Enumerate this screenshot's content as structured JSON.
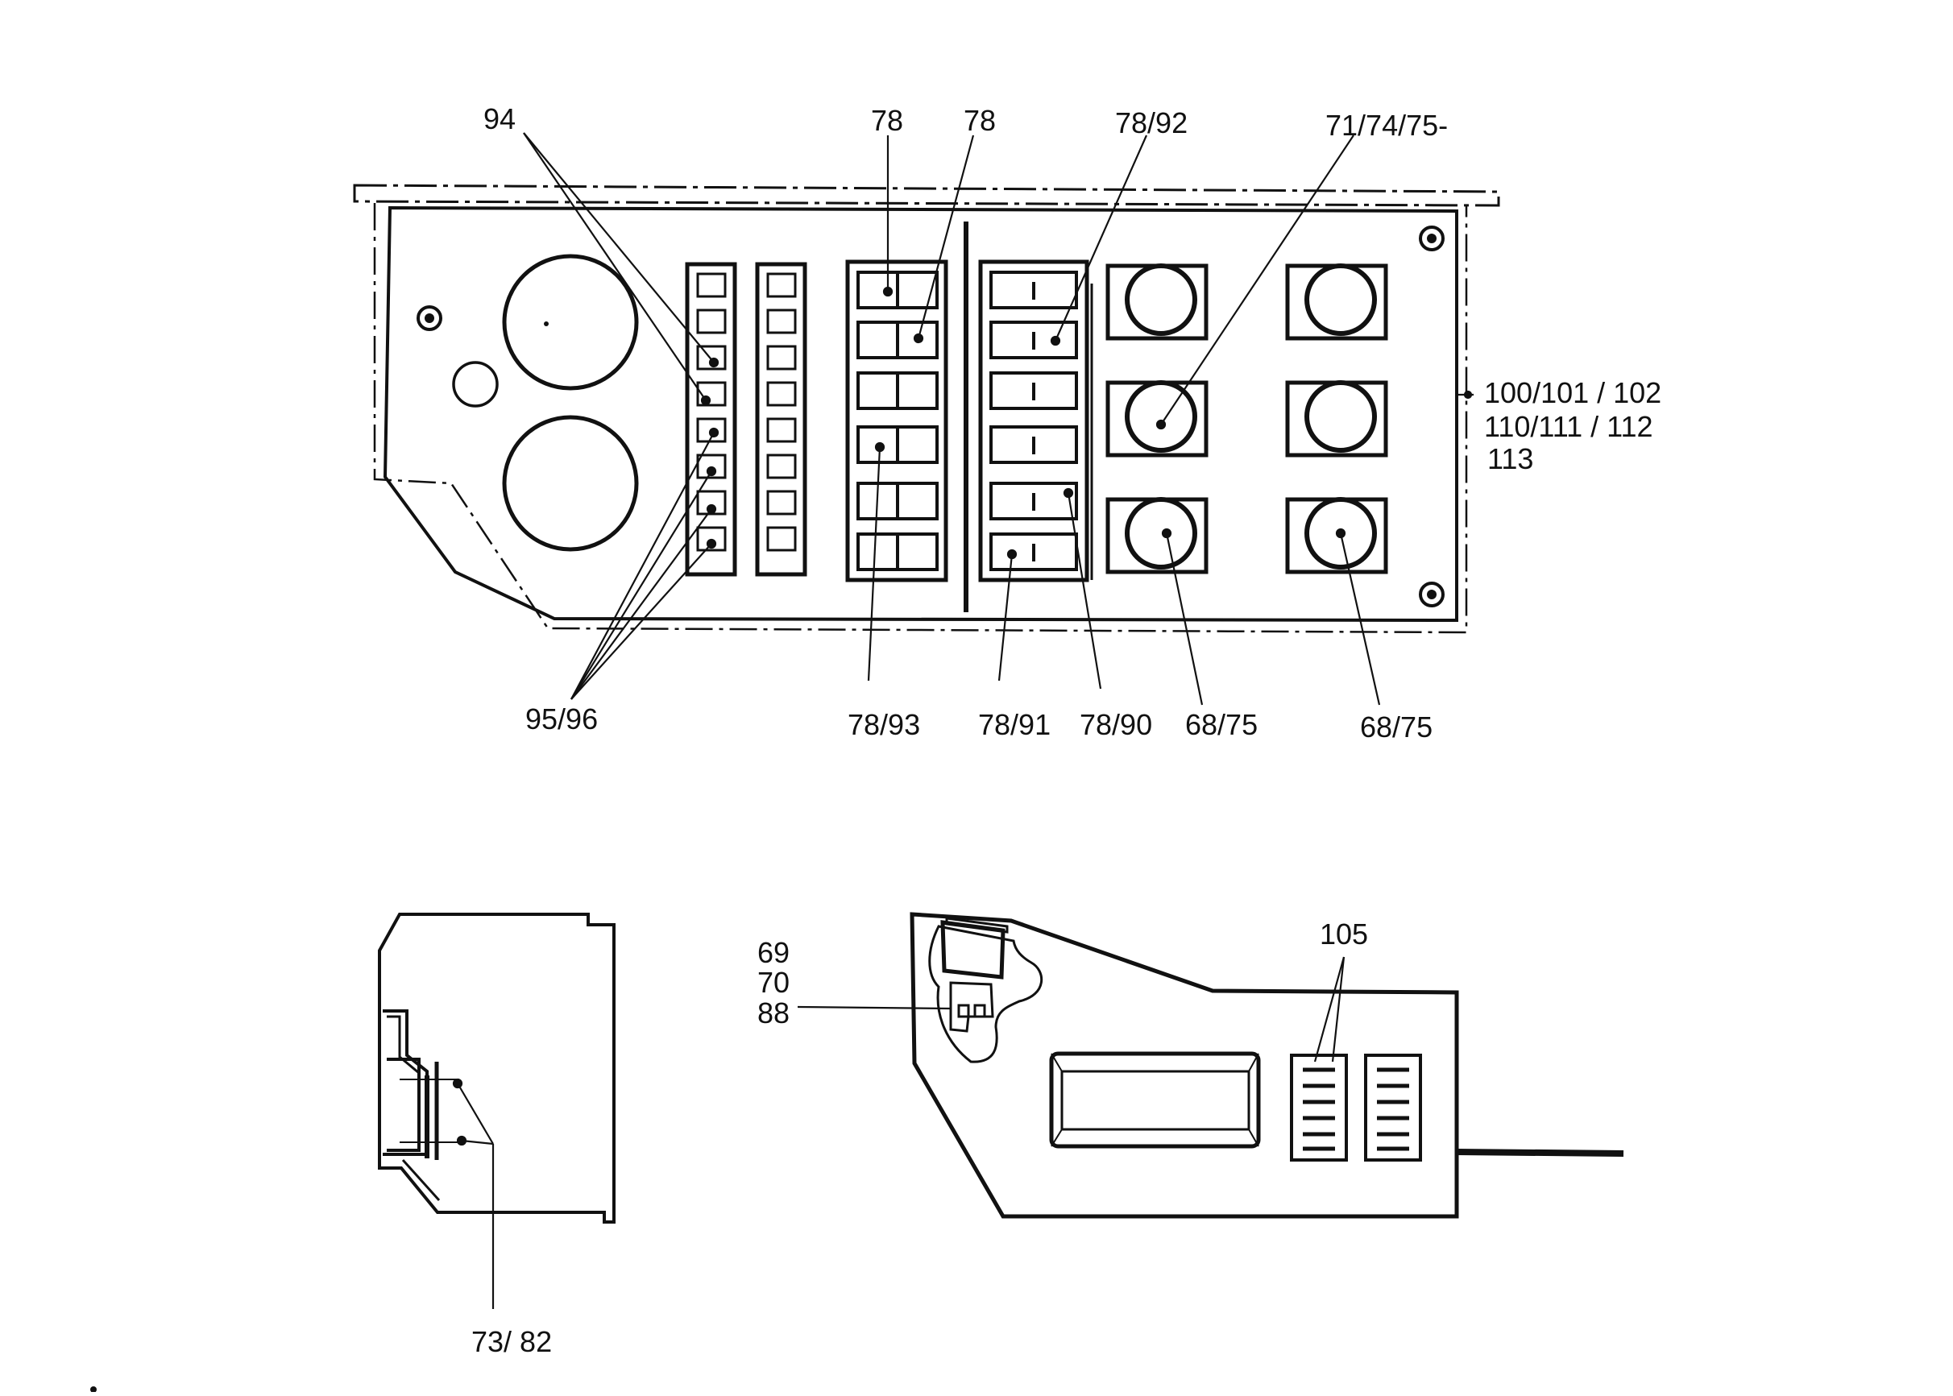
{
  "callouts": {
    "c94": "94",
    "c78a": "78",
    "c78b": "78",
    "c78_92": "78/92",
    "c71_74_75": "71/74/75-",
    "c100": "100/101 / 102",
    "c110": "110/111 / 112",
    "c113": "113",
    "c95_96": "95/96",
    "c78_93": "78/93",
    "c78_91": "78/91",
    "c78_90": "78/90",
    "c68_75a": "68/75",
    "c68_75b": "68/75",
    "c69": "69",
    "c70": "70",
    "c88": "88",
    "c105": "105",
    "c73_82": "73/ 82"
  },
  "colors": {
    "ink": "#111111",
    "paper": "#ffffff"
  }
}
